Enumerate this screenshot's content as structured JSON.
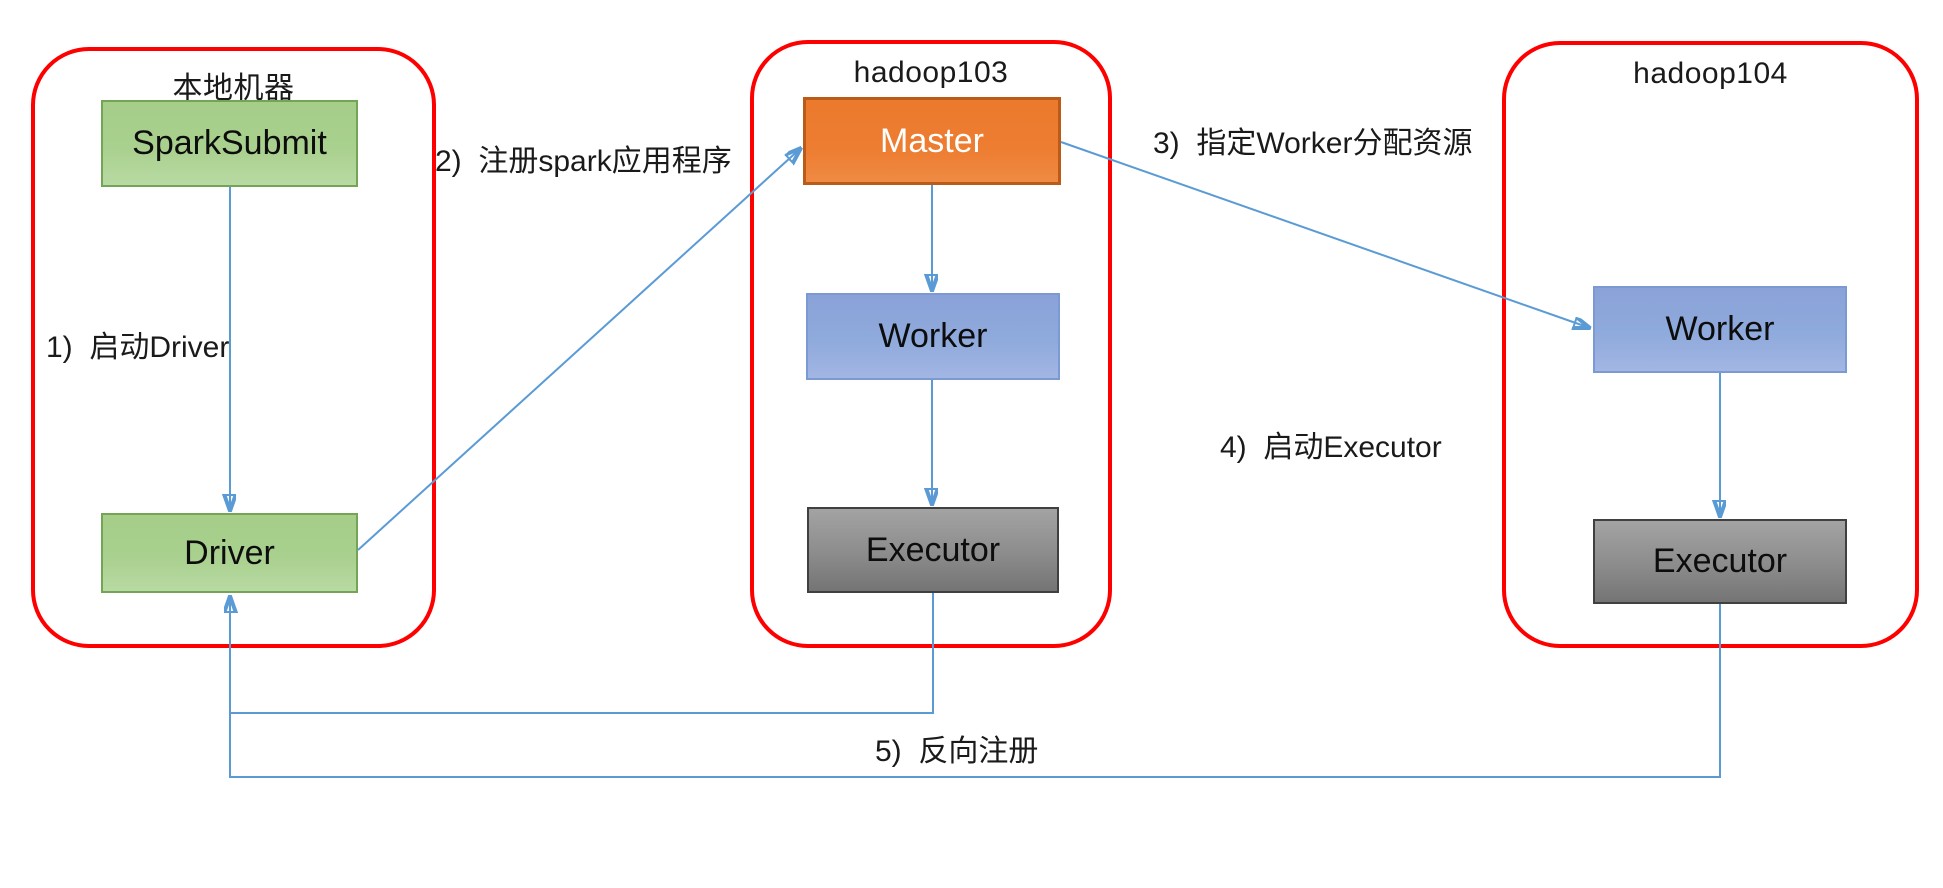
{
  "diagram": {
    "containers": [
      {
        "id": "local-machine",
        "title": "本地机器"
      },
      {
        "id": "hadoop103",
        "title": "hadoop103"
      },
      {
        "id": "hadoop104",
        "title": "hadoop104"
      }
    ],
    "nodes": [
      {
        "id": "spark-submit",
        "label": "SparkSubmit",
        "fill": "green",
        "container": "local-machine"
      },
      {
        "id": "driver",
        "label": "Driver",
        "fill": "green",
        "container": "local-machine"
      },
      {
        "id": "master",
        "label": "Master",
        "fill": "orange",
        "container": "hadoop103"
      },
      {
        "id": "worker-hadoop103",
        "label": "Worker",
        "fill": "blue",
        "container": "hadoop103"
      },
      {
        "id": "executor-hadoop103",
        "label": "Executor",
        "fill": "gray",
        "container": "hadoop103"
      },
      {
        "id": "worker-hadoop104",
        "label": "Worker",
        "fill": "blue",
        "container": "hadoop104"
      },
      {
        "id": "executor-hadoop104",
        "label": "Executor",
        "fill": "gray",
        "container": "hadoop104"
      }
    ],
    "steps": [
      {
        "label": "1)  启动Driver",
        "from": "spark-submit",
        "to": "driver"
      },
      {
        "label": "2)  注册spark应用程序",
        "from": "driver",
        "to": "master"
      },
      {
        "label": "3)  指定Worker分配资源",
        "from": "master",
        "to": "worker-hadoop104"
      },
      {
        "label": "4)  启动Executor",
        "from": "worker-hadoop104",
        "to": "executor-hadoop104"
      },
      {
        "label": "5)  反向注册",
        "from": "executor-hadoop103",
        "to": "driver"
      }
    ],
    "colors": {
      "container_border": "#fe0000",
      "arrow_line": "#5b9bd5",
      "arrow_head": "#4f94d3",
      "green_fill": "#a9d08e",
      "green_border": "#74a455",
      "orange_fill": "#ed7d31",
      "orange_border": "#bc5a17",
      "blue_fill": "#8faadc",
      "blue_border": "#7b99d3",
      "gray_fill": "#8c8c8c",
      "gray_border": "#404040",
      "master_text": "#ffffff",
      "node_text": "#0d0d0d",
      "label_text": "#1a1a1a"
    }
  }
}
